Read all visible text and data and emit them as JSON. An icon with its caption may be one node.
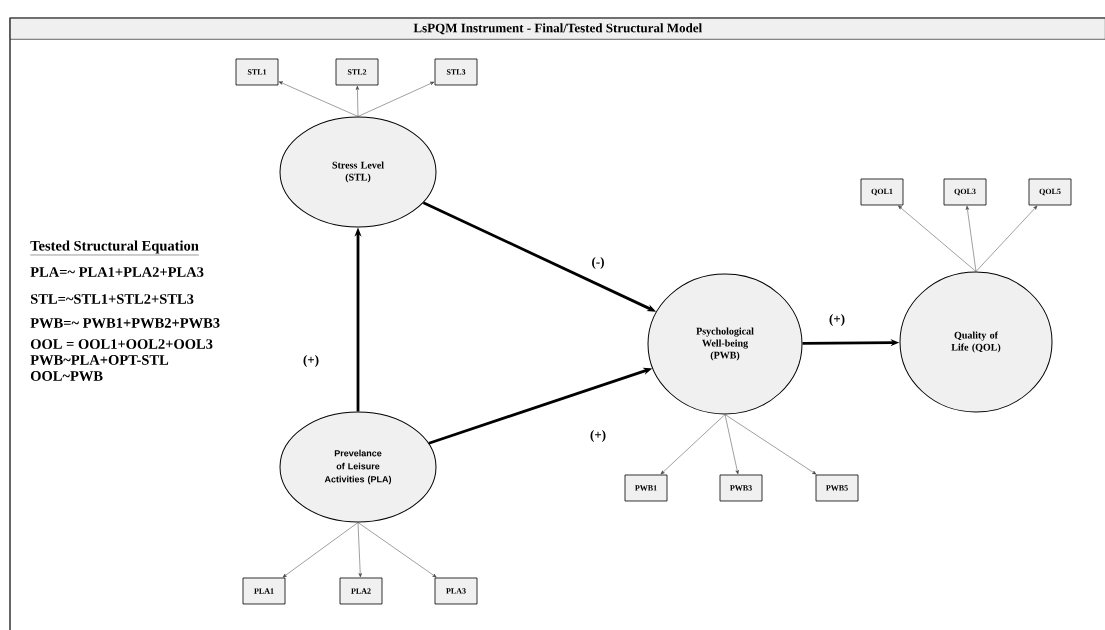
{
  "diagram": {
    "title": "LsPQM Instrument - Final/Tested Structural Model",
    "nodes": [
      {
        "text": [
          "Stress Level (STL)"
        ]
      },
      {
        "text": [
          "STL1"
        ]
      },
      {
        "text": [
          "STL2"
        ]
      },
      {
        "text": [
          "STL3"
        ]
      },
      {
        "text": [
          "Prevelance of Leisure Activities (PLA)"
        ]
      },
      {
        "text": [
          "PLA1"
        ]
      },
      {
        "text": [
          "PLA2"
        ]
      },
      {
        "text": [
          "PLA3"
        ]
      },
      {
        "text": [
          "Psychological Well-being (PWB)"
        ]
      },
      {
        "text": [
          "PWB1"
        ]
      },
      {
        "text": [
          "PWB3"
        ]
      },
      {
        "text": [
          "PWB5"
        ]
      },
      {
        "text": [
          "Quality of Life (QOL)"
        ]
      },
      {
        "text": [
          "QOL1"
        ]
      },
      {
        "text": [
          "QOL3"
        ]
      },
      {
        "text": [
          "QOL5"
        ]
      }
    ],
    "edges": [
      {
        "from": 0,
        "to": 1,
        "arrow": "to"
      },
      {
        "from": 0,
        "to": 2,
        "arrow": "to"
      },
      {
        "from": 0,
        "to": 3,
        "arrow": "to"
      },
      {
        "from": 4,
        "to": 0,
        "arrow": "to",
        "label": "(+)",
        "style": "thick"
      },
      {
        "from": 0,
        "to": 8,
        "arrow": "to",
        "label": "(-)",
        "style": "thick"
      },
      {
        "from": 4,
        "to": 8,
        "arrow": "to",
        "label": "(+)",
        "style": "thick"
      },
      {
        "from": 4,
        "to": 5,
        "arrow": "to"
      },
      {
        "from": 4,
        "to": 6,
        "arrow": "to"
      },
      {
        "from": 4,
        "to": 7,
        "arrow": "to"
      },
      {
        "from": 8,
        "to": 9,
        "arrow": "to"
      },
      {
        "from": 8,
        "to": 10,
        "arrow": "to"
      },
      {
        "from": 8,
        "to": 11,
        "arrow": "to"
      },
      {
        "from": 8,
        "to": 12,
        "arrow": "to",
        "label": "(+)",
        "style": "thick"
      },
      {
        "from": 12,
        "to": 13,
        "arrow": "to"
      },
      {
        "from": 12,
        "to": 14,
        "arrow": "to"
      },
      {
        "from": 12,
        "to": 15,
        "arrow": "to"
      }
    ],
    "labels": [
      "Tested Structural Equation",
      "PLA=~ PLA1+PLA2+PLA3",
      "STL=~STL1+STL2+STL3",
      "PWB=~ PWB1+PWB2+PWB3",
      "OOL = OOL1+OOL2+OOL3",
      "PWB~PLA+OPT-STL",
      "OOL~PWB"
    ]
  }
}
